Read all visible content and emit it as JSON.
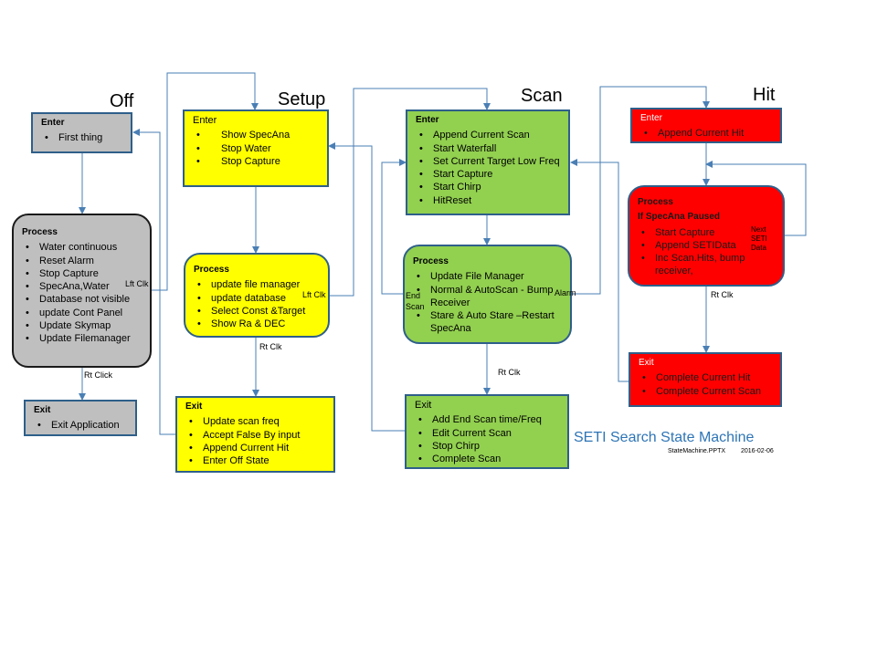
{
  "states": {
    "off": {
      "title": "Off",
      "enter": {
        "heading": "Enter",
        "items": [
          "First thing"
        ]
      },
      "process": {
        "heading": "Process",
        "items": [
          "Water continuous",
          "Reset Alarm",
          "Stop Capture",
          "SpecAna,Water",
          "Database not visible",
          "update Cont Panel",
          "Update Skymap",
          "Update Filemanager"
        ]
      },
      "exit": {
        "heading": "Exit",
        "items": [
          "Exit Application"
        ]
      }
    },
    "setup": {
      "title": "Setup",
      "enter": {
        "heading": "Enter",
        "items": [
          "Show SpecAna",
          "Stop Water",
          "Stop Capture"
        ]
      },
      "process": {
        "heading": "Process",
        "items": [
          "update file manager",
          "update database",
          "Select Const &Target",
          "Show Ra & DEC"
        ]
      },
      "exit": {
        "heading": "Exit",
        "items": [
          "Update scan freq",
          "Accept False By input",
          "Append Current Hit",
          "Enter Off State"
        ]
      }
    },
    "scan": {
      "title": "Scan",
      "enter": {
        "heading": "Enter",
        "items": [
          "Append Current Scan",
          "Start Waterfall",
          "Set Current Target Low Freq",
          "Start Capture",
          "Start Chirp",
          "HitReset"
        ]
      },
      "process": {
        "heading": "Process",
        "items": [
          "Update File Manager",
          "Normal & AutoScan - Bump Receiver",
          "Stare & Auto Stare –Restart SpecAna"
        ]
      },
      "exit": {
        "heading": "Exit",
        "items": [
          "Add End Scan time/Freq",
          "Edit Current Scan",
          "Stop Chirp",
          "Complete Scan"
        ]
      }
    },
    "hit": {
      "title": "Hit",
      "enter": {
        "heading": "Enter",
        "items": [
          "Append Current Hit"
        ]
      },
      "process": {
        "heading": "Process",
        "subheading": "If SpecAna Paused",
        "items": [
          "Start Capture",
          "Append SETIData",
          "Inc Scan.Hits, bump receiver,"
        ]
      },
      "exit": {
        "heading": "Exit",
        "items": [
          "Complete Current Hit",
          "Complete Current Scan"
        ]
      }
    }
  },
  "labels": {
    "off_lft_clk": "Lft Clk",
    "off_rt_click": "Rt Click",
    "setup_lft_clk": "Lft Clk",
    "setup_rt_clk": "Rt Clk",
    "scan_end_scan": "End Scan",
    "scan_alarm": "Alarm",
    "scan_rt_clk": "Rt Clk",
    "hit_next_seti_data": "Next SETI Data",
    "hit_rt_clk": "Rt Clk"
  },
  "caption": {
    "title": "SETI Search State Machine",
    "file": "StateMachine.PPTX",
    "date": "2016-02-06"
  },
  "colors": {
    "off": "#bfbfbf",
    "setup": "#ffff00",
    "scan": "#92d050",
    "hit": "#ff0000",
    "connector": "#4a7fb5",
    "caption": "#2e75b6"
  }
}
